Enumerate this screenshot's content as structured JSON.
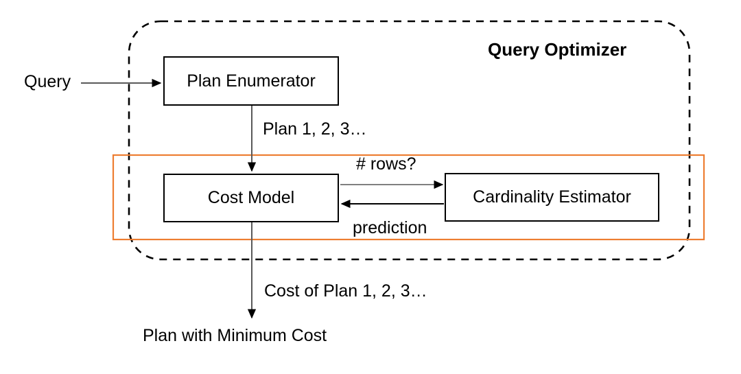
{
  "diagram": {
    "title": "Query Optimizer",
    "group": {
      "name": "query-optimizer-boundary",
      "title": "Query Optimizer",
      "border_style": "dashed",
      "border_color": "#000000"
    },
    "highlight": {
      "name": "cost-estimation-highlight",
      "border_color": "#ED7D31",
      "border_style": "solid"
    },
    "nodes": [
      {
        "id": "plan-enumerator",
        "label": "Plan Enumerator"
      },
      {
        "id": "cost-model",
        "label": "Cost Model"
      },
      {
        "id": "cardinality-estimator",
        "label": "Cardinality Estimator"
      }
    ],
    "labels": {
      "input": "Query",
      "plan_list": "Plan 1, 2, 3…",
      "num_rows": "# rows?",
      "prediction": "prediction",
      "cost_of_plans": "Cost of Plan 1, 2, 3…",
      "output": "Plan with Minimum Cost"
    },
    "edges": [
      {
        "id": "query-to-plan-enumerator",
        "from": "Query",
        "to": "Plan Enumerator",
        "label": "",
        "color": "#595959"
      },
      {
        "id": "plan-enumerator-to-cost-model",
        "from": "Plan Enumerator",
        "to": "Cost Model",
        "label": "Plan 1, 2, 3…",
        "color": "#595959"
      },
      {
        "id": "cost-model-to-cardinality",
        "from": "Cost Model",
        "to": "Cardinality Estimator",
        "label": "# rows?",
        "color": "#808080"
      },
      {
        "id": "cardinality-to-cost-model",
        "from": "Cardinality Estimator",
        "to": "Cost Model",
        "label": "prediction",
        "color": "#000000"
      },
      {
        "id": "cost-model-to-output",
        "from": "Cost Model",
        "to": "Plan with Minimum Cost",
        "label": "Cost of Plan 1, 2, 3…",
        "color": "#595959"
      }
    ],
    "colors": {
      "background": "#FFFFFF",
      "node_border": "#000000",
      "highlight": "#ED7D31",
      "arrow_gray": "#595959",
      "text": "#000000"
    }
  }
}
